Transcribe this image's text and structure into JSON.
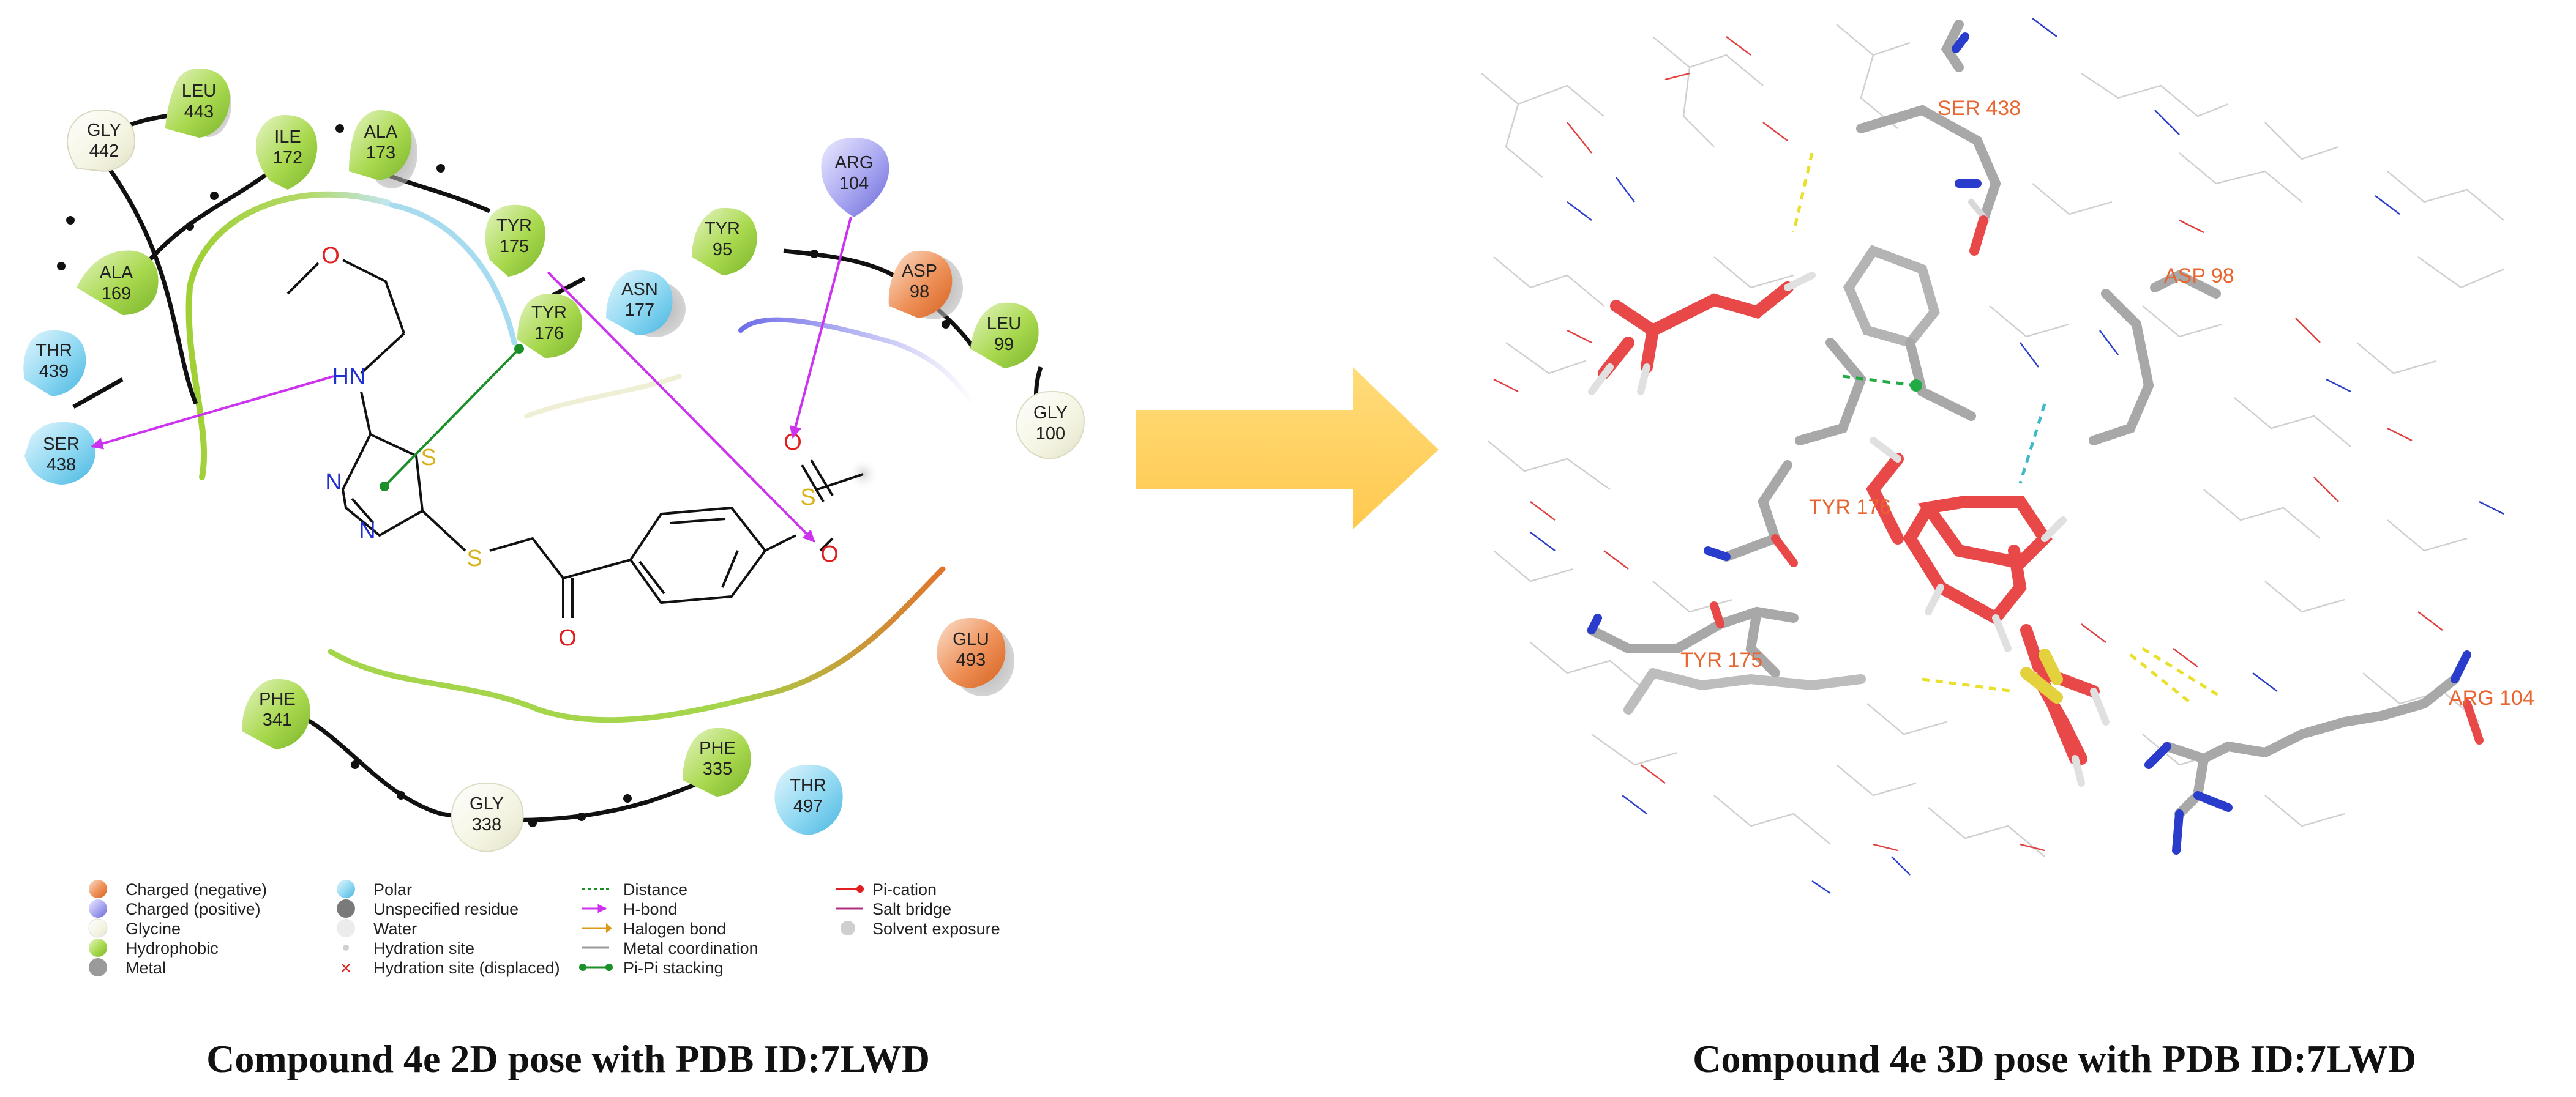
{
  "captions": {
    "left": "Compound 4e 2D pose with PDB ID:7LWD",
    "right": "Compound 4e 3D pose with PDB ID:7LWD"
  },
  "residues": [
    {
      "name": "GLY",
      "num": "442",
      "type": "glycine"
    },
    {
      "name": "LEU",
      "num": "443",
      "type": "hydrophobic"
    },
    {
      "name": "ILE",
      "num": "172",
      "type": "hydrophobic"
    },
    {
      "name": "ALA",
      "num": "173",
      "type": "hydrophobic"
    },
    {
      "name": "ALA",
      "num": "169",
      "type": "hydrophobic"
    },
    {
      "name": "TYR",
      "num": "175",
      "type": "hydrophobic"
    },
    {
      "name": "TYR",
      "num": "176",
      "type": "hydrophobic"
    },
    {
      "name": "ASN",
      "num": "177",
      "type": "polar"
    },
    {
      "name": "THR",
      "num": "439",
      "type": "polar"
    },
    {
      "name": "SER",
      "num": "438",
      "type": "polar"
    },
    {
      "name": "TYR",
      "num": "95",
      "type": "hydrophobic"
    },
    {
      "name": "ARG",
      "num": "104",
      "type": "positive"
    },
    {
      "name": "ASP",
      "num": "98",
      "type": "negative"
    },
    {
      "name": "LEU",
      "num": "99",
      "type": "hydrophobic"
    },
    {
      "name": "GLY",
      "num": "100",
      "type": "glycine"
    },
    {
      "name": "GLU",
      "num": "493",
      "type": "negative"
    },
    {
      "name": "PHE",
      "num": "341",
      "type": "hydrophobic"
    },
    {
      "name": "GLY",
      "num": "338",
      "type": "glycine"
    },
    {
      "name": "PHE",
      "num": "335",
      "type": "hydrophobic"
    },
    {
      "name": "THR",
      "num": "497",
      "type": "polar"
    }
  ],
  "atoms": {
    "o": "O",
    "nh": "HN",
    "n": "N",
    "s": "S"
  },
  "legend": {
    "col1": [
      "Charged (negative)",
      "Charged (positive)",
      "Glycine",
      "Hydrophobic",
      "Metal"
    ],
    "col2": [
      "Polar",
      "Unspecified residue",
      "Water",
      "Hydration site",
      "Hydration site (displaced)"
    ],
    "col3": [
      "Distance",
      "H-bond",
      "Halogen bond",
      "Metal coordination",
      "Pi-Pi stacking"
    ],
    "col4": [
      "Pi-cation",
      "Salt bridge",
      "Solvent exposure"
    ]
  },
  "labels3d": [
    "SER  438",
    "ASP 98",
    "TYR  176",
    "TYR  175",
    "ARG  104"
  ],
  "colors": {
    "hydrophobic": "#a4d54b",
    "polar": "#7fd3ef",
    "positive": "#8e8ee8",
    "negative": "#e87c45",
    "glycine": "#f2f2dc",
    "hbond": "#cc33ee",
    "pipi": "#1a8f2a",
    "ligand3d": "#e84848",
    "arrow": "#ffd466"
  }
}
